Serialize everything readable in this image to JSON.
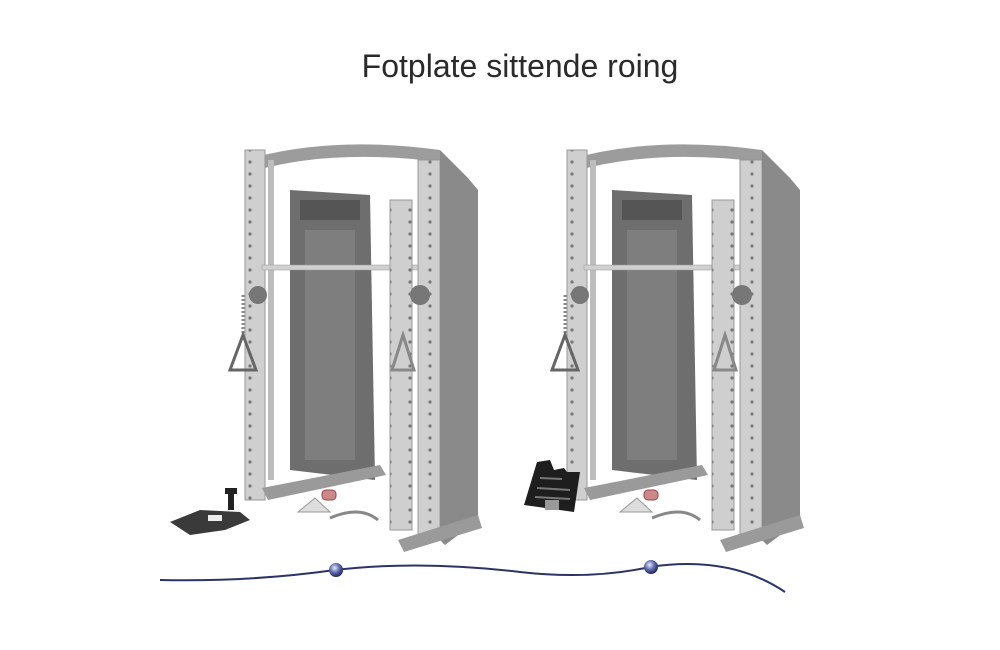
{
  "slide": {
    "title": "Fotplate sittende roing"
  },
  "images": [
    {
      "name": "functional-trainer-footplate-folded"
    },
    {
      "name": "functional-trainer-footplate-raised"
    }
  ],
  "colors": {
    "rack": "#9a9a9a",
    "rack_light": "#c8c8c8",
    "stack": "#6e6e6e",
    "footplate": "#1e1e1e",
    "timeline": "#2a3566",
    "node": "#3a4690"
  }
}
